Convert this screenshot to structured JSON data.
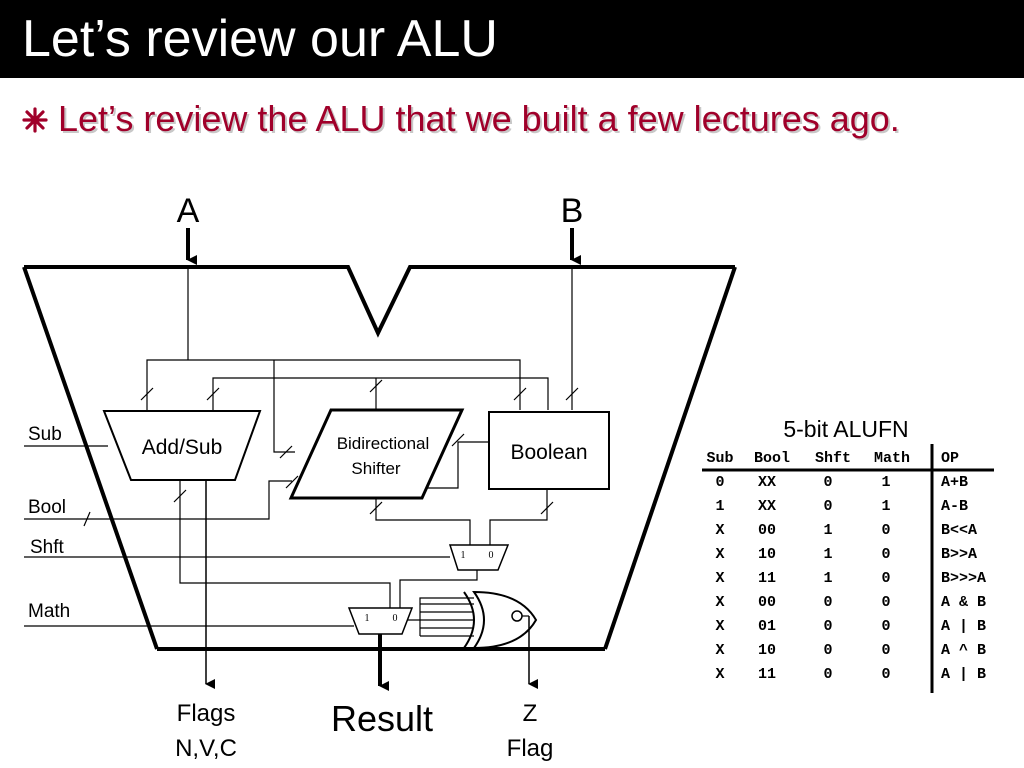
{
  "title": "Let’s review our ALU",
  "bullet": {
    "icon": "asterisk-bullet-icon",
    "text": "Let’s review the ALU that we built a few lectures ago.",
    "color": "#a0002a"
  },
  "diagram": {
    "inputs": {
      "a": "A",
      "b": "B"
    },
    "controls": {
      "sub": "Sub",
      "bool": "Bool",
      "shft": "Shft",
      "math": "Math"
    },
    "blocks": {
      "addsub": "Add/Sub",
      "shifter_line1": "Bidirectional",
      "shifter_line2": "Shifter",
      "boolean": "Boolean"
    },
    "mux_labels": {
      "one": "1",
      "zero": "0"
    },
    "outputs": {
      "flags_line1": "Flags",
      "flags_line2": "N,V,C",
      "result": "Result",
      "z_line1": "Z",
      "z_line2": "Flag"
    }
  },
  "alufn_table": {
    "caption": "5-bit ALUFN",
    "headers": [
      "Sub",
      "Bool",
      "Shft",
      "Math",
      "OP"
    ],
    "rows": [
      [
        "0",
        "XX",
        "0",
        "1",
        "A+B"
      ],
      [
        "1",
        "XX",
        "0",
        "1",
        "A-B"
      ],
      [
        "X",
        "00",
        "1",
        "0",
        "B<<A"
      ],
      [
        "X",
        "10",
        "1",
        "0",
        "B>>A"
      ],
      [
        "X",
        "11",
        "1",
        "0",
        "B>>>A"
      ],
      [
        "X",
        "00",
        "0",
        "0",
        "A & B"
      ],
      [
        "X",
        "01",
        "0",
        "0",
        "A | B"
      ],
      [
        "X",
        "10",
        "0",
        "0",
        "A ^ B"
      ],
      [
        "X",
        "11",
        "0",
        "0",
        "A | B"
      ]
    ]
  }
}
